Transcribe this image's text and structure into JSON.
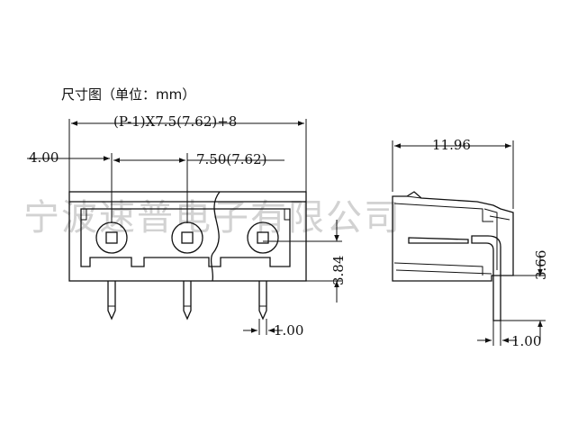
{
  "header": {
    "title": "尺寸图（单位：mm）"
  },
  "watermark": {
    "text": "宁波速普电子有限公司"
  },
  "front_view": {
    "overall_dim": "(P-1)X7.5(7.62)+8",
    "end_offset_dim": "4.00",
    "pitch_dim": "7.50(7.62)",
    "height_dim": "3.84",
    "pin_width_dim": "1.00"
  },
  "side_view": {
    "depth_dim": "11.96",
    "height_dim": "3.66",
    "pin_width_dim": "1.00"
  },
  "colors": {
    "line": "#111111",
    "watermark": "#d2d2d2",
    "background": "#ffffff"
  }
}
